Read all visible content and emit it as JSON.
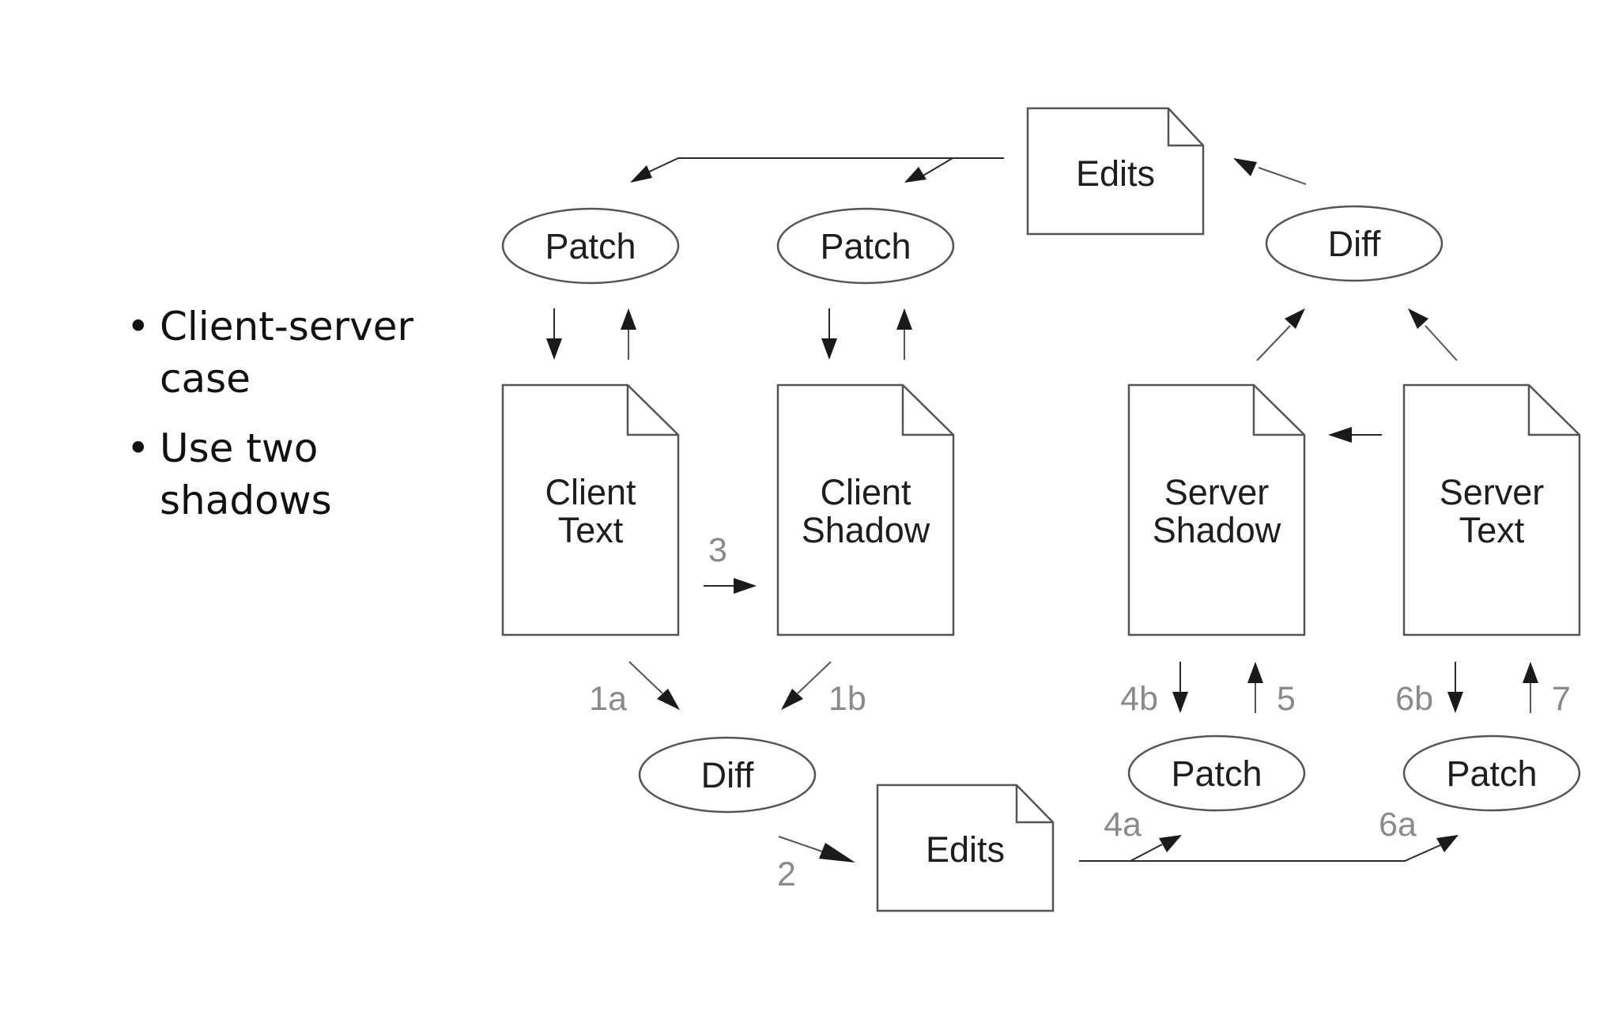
{
  "bullets": [
    "Client-server case",
    "Use two shadows"
  ],
  "documents": {
    "client_text": [
      "Client",
      "Text"
    ],
    "client_shadow": [
      "Client",
      "Shadow"
    ],
    "server_shadow": [
      "Server",
      "Shadow"
    ],
    "server_text": [
      "Server",
      "Text"
    ],
    "edits_top": "Edits",
    "edits_bottom": "Edits"
  },
  "operations": {
    "patch_client_text": "Patch",
    "patch_client_shadow": "Patch",
    "diff_server": "Diff",
    "diff_client": "Diff",
    "patch_server_shadow": "Patch",
    "patch_server_text": "Patch"
  },
  "step_labels": {
    "s1a": "1a",
    "s1b": "1b",
    "s2": "2",
    "s3": "3",
    "s4a": "4a",
    "s4b": "4b",
    "s5": "5",
    "s6a": "6a",
    "s6b": "6b",
    "s7": "7"
  }
}
